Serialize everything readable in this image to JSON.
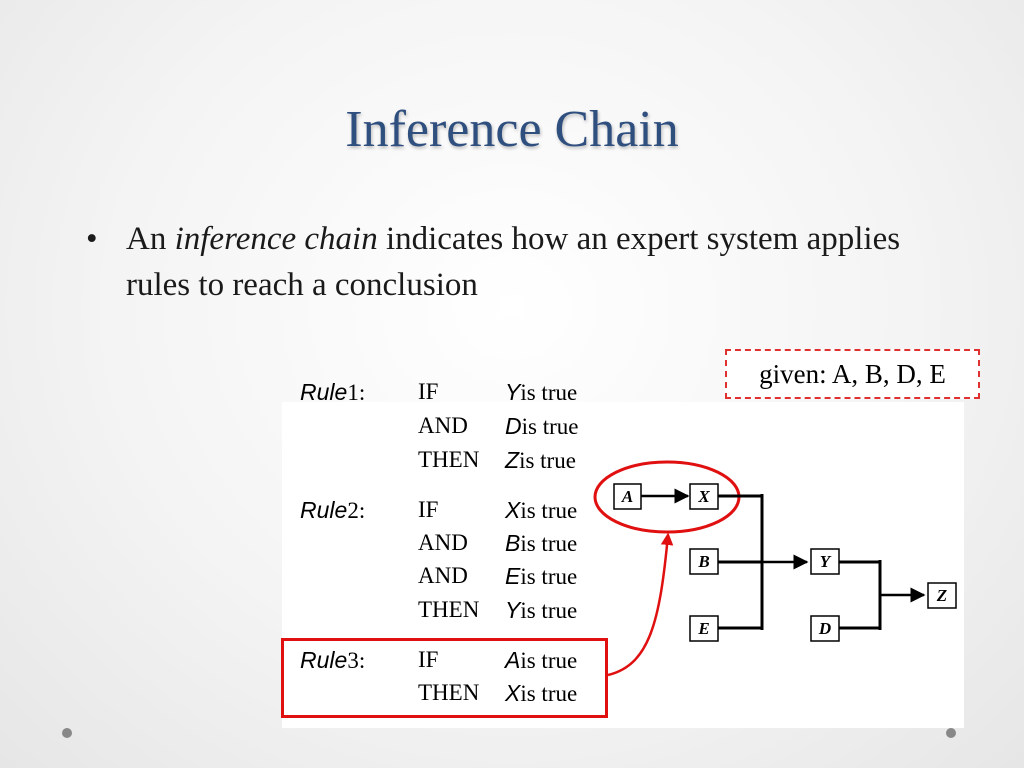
{
  "title": "Inference Chain",
  "bullet": {
    "dot": "•",
    "pre": "An ",
    "emph": "inference chain",
    "post": " indicates how an expert system applies rules to reach a conclusion"
  },
  "given": "given: A, B, D, E",
  "rules": [
    {
      "label_word": "Rule",
      "label_num": "1:",
      "lines": [
        {
          "kw": "IF",
          "var": "Y",
          "rest": "is true"
        },
        {
          "kw": "AND",
          "var": "D",
          "rest": "is true"
        },
        {
          "kw": "THEN",
          "var": "Z",
          "rest": "is true"
        }
      ]
    },
    {
      "label_word": "Rule",
      "label_num": "2:",
      "lines": [
        {
          "kw": "IF",
          "var": "X",
          "rest": "is true"
        },
        {
          "kw": "AND",
          "var": "B",
          "rest": "is true"
        },
        {
          "kw": "AND",
          "var": "E",
          "rest": "is true"
        },
        {
          "kw": "THEN",
          "var": "Y",
          "rest": "is true"
        }
      ]
    },
    {
      "label_word": "Rule",
      "label_num": "3:",
      "lines": [
        {
          "kw": "IF",
          "var": "A",
          "rest": "is true"
        },
        {
          "kw": "THEN",
          "var": "X",
          "rest": "is true"
        }
      ]
    }
  ],
  "nodes": {
    "A": "A",
    "X": "X",
    "B": "B",
    "Y": "Y",
    "E": "E",
    "D": "D",
    "Z": "Z"
  },
  "colors": {
    "title": "#2f4f7f",
    "highlight": "#e01010"
  }
}
